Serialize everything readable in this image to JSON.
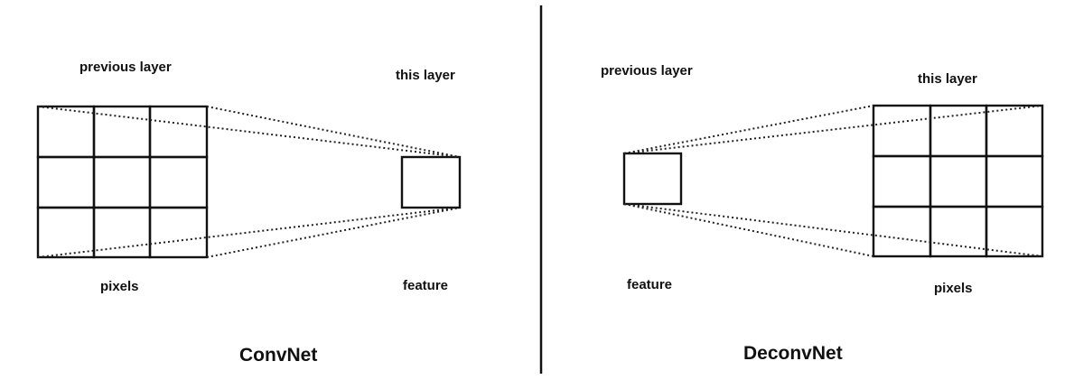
{
  "left_panel": {
    "previous_layer_label": "previous layer",
    "this_layer_label": "this layer",
    "pixels_label": "pixels",
    "feature_label": "feature",
    "title": "ConvNet"
  },
  "right_panel": {
    "previous_layer_label": "previous layer",
    "this_layer_label": "this layer",
    "feature_label": "feature",
    "pixels_label": "pixels",
    "title": "DeconvNet"
  },
  "colors": {
    "stroke": "#111111",
    "background": "#ffffff"
  }
}
